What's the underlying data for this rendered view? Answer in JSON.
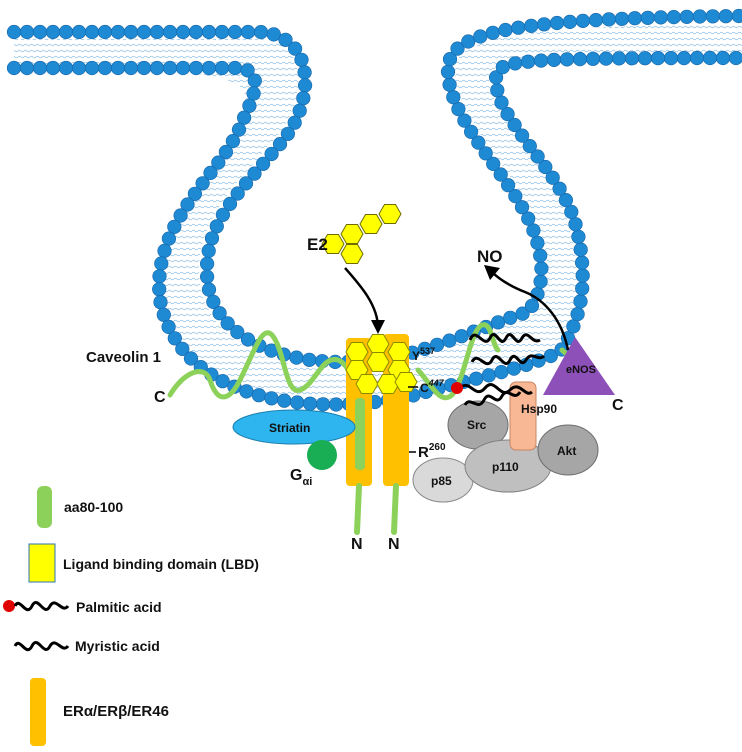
{
  "labels": {
    "e2": "E2",
    "no": "NO",
    "caveolin": "Caveolin 1",
    "c_left": "C",
    "c_right": "C",
    "y_res": "Y",
    "y_sup": "537",
    "c_res": "C",
    "c_sup": "447",
    "r_res": "R",
    "r_sup": "260",
    "striatin": "Striatin",
    "g_main": "G",
    "g_sub": "αi",
    "n1": "N",
    "n2": "N",
    "src": "Src",
    "hsp90": "Hsp90",
    "p110": "p110",
    "p85": "p85",
    "akt": "Akt",
    "enos": "eNOS"
  },
  "legend": {
    "aa": "aa80-100",
    "lbd": "Ligand binding domain (LBD)",
    "palmitic": "Palmitic acid",
    "myristic": "Myristic acid",
    "er": "ERα/ERβ/ER46"
  },
  "colors": {
    "lipid_head": "#1f8ad4",
    "caveolin": "#8cd15a",
    "lbd": "#ffff00",
    "er": "#ffc000",
    "striatin": "#2eb4ee",
    "galpha": "#19ad54",
    "enos": "#8d4fb8",
    "hsp90": "#f8b896",
    "palmitic_head": "#e00000"
  }
}
